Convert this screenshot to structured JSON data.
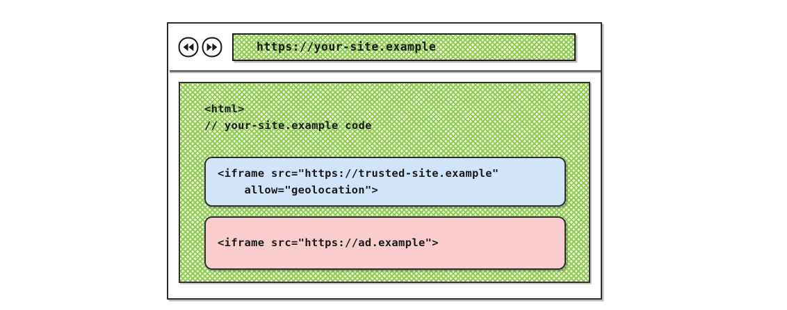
{
  "browser": {
    "toolbar": {
      "back_button": {
        "icon": "rewind-icon",
        "label": "Back"
      },
      "forward_button": {
        "icon": "fast-forward-icon",
        "label": "Forward"
      },
      "url_bar": {
        "value": "https://your-site.example",
        "placeholder": "https://your-site.example"
      }
    },
    "content": {
      "page_code": "<html>\n// your-site.example code",
      "iframes": [
        {
          "name": "trusted-site-iframe",
          "code": "<iframe src=\"https://trusted-site.example\"\n    allow=\"geolocation\">",
          "src": "https://trusted-site.example",
          "allow": "geolocation",
          "color": "#d2e4f7",
          "trust": "trusted"
        },
        {
          "name": "ad-iframe",
          "code": "<iframe src=\"https://ad.example\">",
          "src": "https://ad.example",
          "allow": "",
          "color": "#f9cdcd",
          "trust": "untrusted"
        }
      ]
    }
  },
  "colors": {
    "page_hatch": "#8acb4a",
    "trusted_block": "#d2e4f7",
    "ad_block": "#f9cdcd",
    "ink": "#1a1a1a",
    "background": "#ffffff"
  }
}
